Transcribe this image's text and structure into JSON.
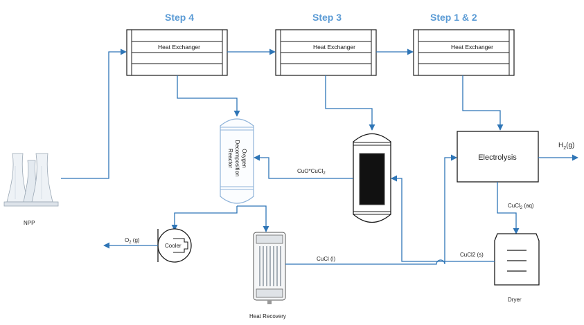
{
  "steps": {
    "step4": "Step 4",
    "step3": "Step 3",
    "step12": "Step 1 & 2"
  },
  "heat_exchangers": {
    "hx1_label": "Heat Exchanger",
    "hx2_label": "Heat Exchanger",
    "hx3_label": "Heat Exchanger"
  },
  "units": {
    "npp": "NPP",
    "reactor_line1": "Oxygen",
    "reactor_line2": "Decomposition",
    "reactor_line3": "Reactor",
    "electrolysis": "Electrolysis",
    "cooler": "Cooler",
    "heat_recovery": "Heat Recovery",
    "dryer": "Dryer"
  },
  "streams": {
    "h2": "H",
    "h2_sub": "2",
    "h2_suffix": "(g)",
    "o2": "O",
    "o2_sub": "2",
    "o2_suffix": " (g)",
    "cuo_cucl2_prefix": "CuO*CuCl",
    "cuo_cucl2_sub": "2",
    "cucl2_aq_prefix": "CuCl",
    "cucl2_aq_sub": "2",
    "cucl2_aq_suffix": " (aq)",
    "cucl2_s": "CuCl2 (s)",
    "cucl_l": "CuCl (l)"
  },
  "colors": {
    "pipe": "#2e75b6",
    "step_title": "#5b9bd5",
    "equipment_outline": "#1a1a1a",
    "reactor_outline": "#8fb3d9"
  }
}
